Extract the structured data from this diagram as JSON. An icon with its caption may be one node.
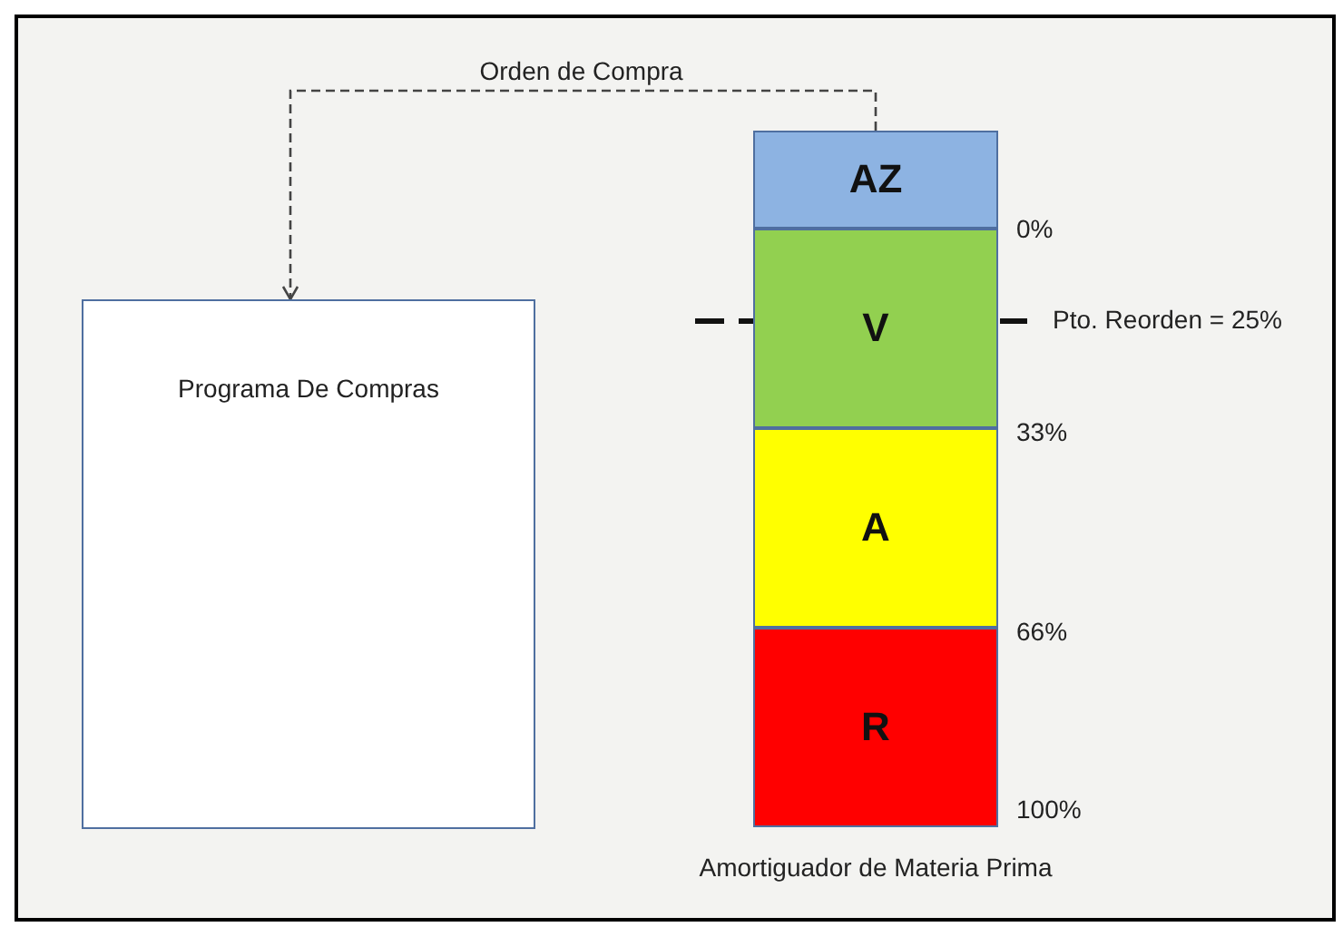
{
  "diagram": {
    "nodes": [
      {
        "text": [
          "Programa De Compras"
        ]
      },
      {
        "text": [
          "Amortiguador de Materia Prima"
        ]
      },
      {
        "text": [
          "AZ"
        ],
        "in": 1
      },
      {
        "text": [
          "V"
        ],
        "in": 1
      },
      {
        "text": [
          "A"
        ],
        "in": 1
      },
      {
        "text": [
          "R"
        ],
        "in": 1
      }
    ],
    "edges": [
      {
        "from": 2,
        "to": 0,
        "arrow": "to",
        "style": "dashed",
        "label": "Orden de Compra"
      }
    ],
    "labels": [
      "0%",
      "Pto. Reorden = 25%",
      "33%",
      "66%",
      "100%"
    ]
  }
}
